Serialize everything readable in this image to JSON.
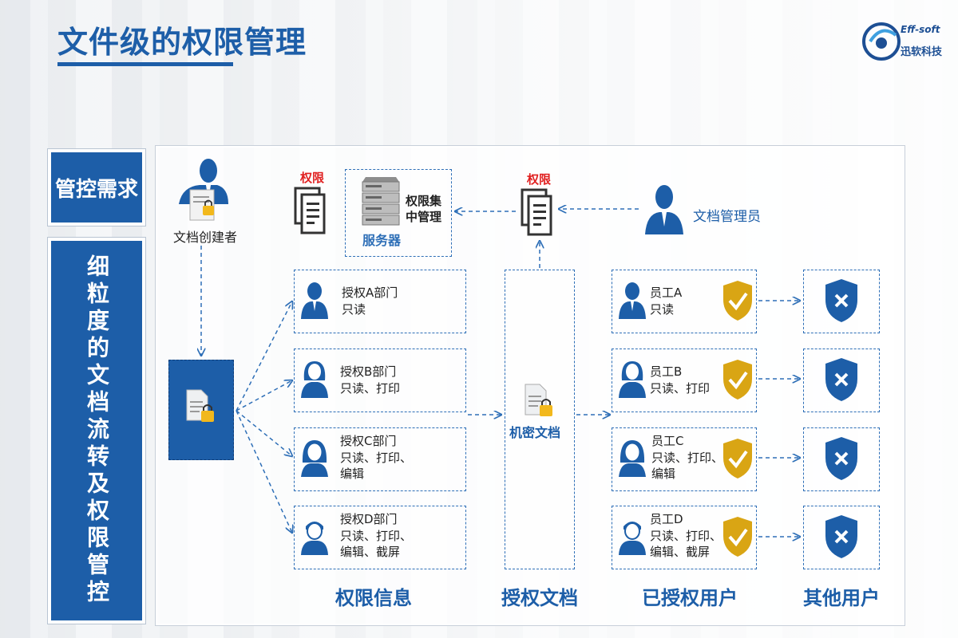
{
  "title": "文件级的权限管理",
  "logo": {
    "en": "Eff-soft",
    "cn": "迅软科技"
  },
  "sidebar": {
    "box1": "管控需求",
    "box2": "细粒度的文档流转及权限管控"
  },
  "diagram": {
    "creator": "文档创建者",
    "perm_label_left": "权限",
    "perm_label_right": "权限",
    "server_text": "权限集中管理",
    "server_label": "服务器",
    "admin": "文档管理员",
    "confidential_doc": "机密文档",
    "departments": [
      {
        "name": "授权A部门",
        "perm": "只读"
      },
      {
        "name": "授权B部门",
        "perm": "只读、打印"
      },
      {
        "name": "授权C部门",
        "perm": "只读、打印、编辑"
      },
      {
        "name": "授权D部门",
        "perm": "只读、打印、编辑、截屏"
      }
    ],
    "employees": [
      {
        "name": "员工A",
        "perm": "只读"
      },
      {
        "name": "员工B",
        "perm": "只读、打印"
      },
      {
        "name": "员工C",
        "perm": "只读、打印、编辑"
      },
      {
        "name": "员工D",
        "perm": "只读、打印、编辑、截屏"
      }
    ],
    "columns": {
      "c1": "权限信息",
      "c2": "授权文档",
      "c3": "已授权用户",
      "c4": "其他用户"
    }
  }
}
